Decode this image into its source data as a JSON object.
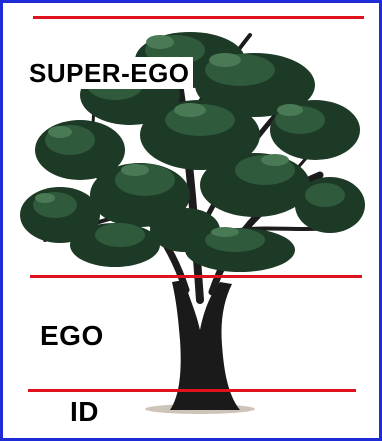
{
  "labels": {
    "superego": "SUPER-EGO",
    "ego": "EGO",
    "id": "ID"
  },
  "colors": {
    "frame": "#1f2bd6",
    "divider": "#e0121c",
    "foliage_dark": "#1d3a26",
    "foliage_mid": "#2f5a3c",
    "foliage_light": "#4a7a55",
    "trunk": "#1a1a1a"
  },
  "illustration": {
    "subject": "tree"
  }
}
